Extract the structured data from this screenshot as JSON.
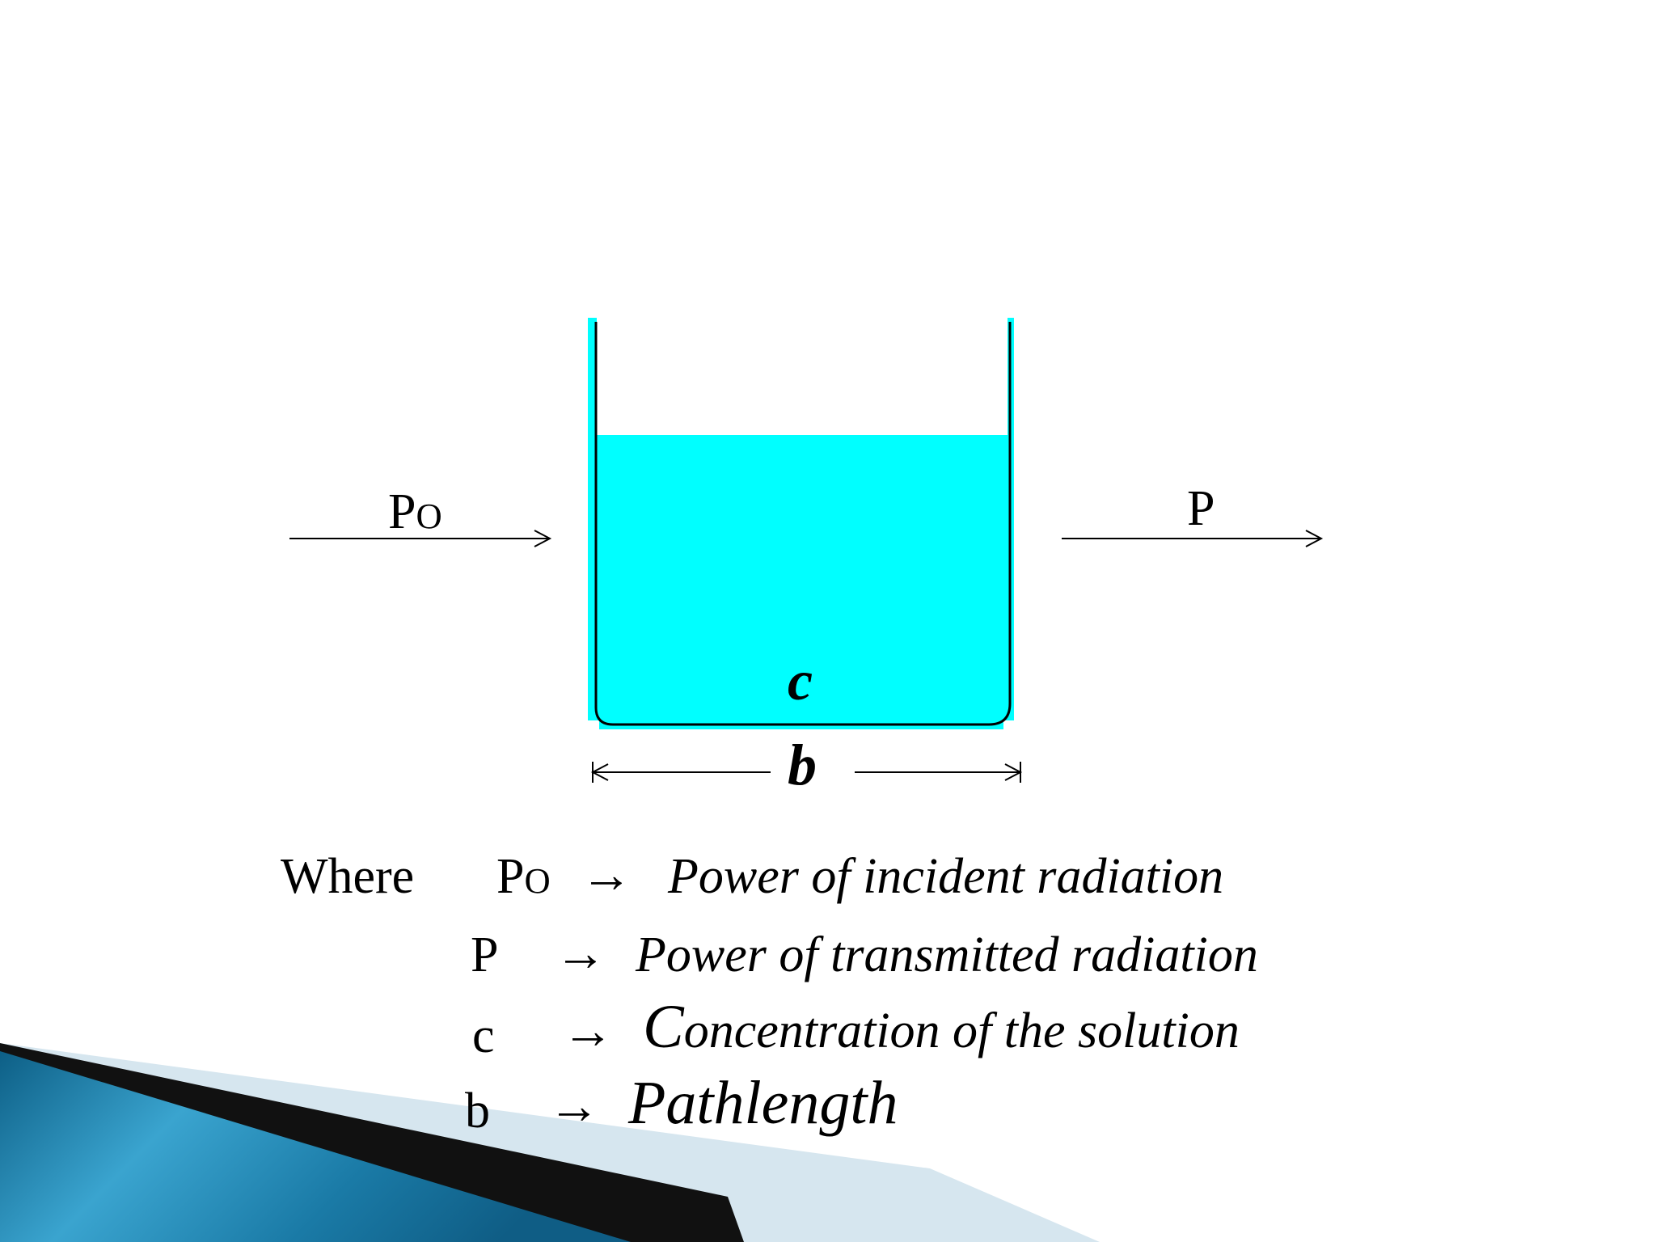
{
  "diagram": {
    "incident_label": {
      "main": "P",
      "sub": "O"
    },
    "transmitted_label": "P",
    "concentration_label": "c",
    "pathlength_label": "b"
  },
  "legend": {
    "intro": "Where",
    "arrow_glyph": "→",
    "rows": [
      {
        "symbol_main": "P",
        "symbol_sub": "O",
        "description": "Power of incident radiation"
      },
      {
        "symbol_main": "P",
        "symbol_sub": "",
        "description": "Power of transmitted radiation"
      },
      {
        "symbol_main": "c",
        "symbol_sub": "",
        "description_first": "C",
        "description_rest": "oncentration of the solution"
      },
      {
        "symbol_main": "b",
        "symbol_sub": "",
        "description": "Pathlength"
      }
    ]
  },
  "colors": {
    "solution": "#00FFFF",
    "outline": "#000000",
    "decor_blue": "#1d7fa8",
    "decor_light": "#d7e7f0"
  }
}
